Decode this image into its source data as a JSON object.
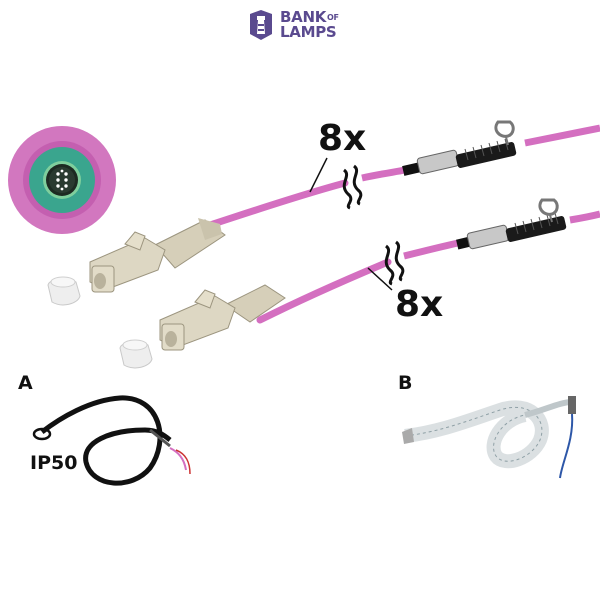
{
  "logo": {
    "line1": "BANK",
    "line1_suffix": "OF",
    "line2": "LAMPS",
    "icon": "lighthouse-icon",
    "color": "#5a4a8f"
  },
  "labels": {
    "multiplier_top": "8x",
    "multiplier_bottom": "8x",
    "panel_a": "A",
    "panel_b": "B",
    "ip_rating": "IP50"
  },
  "colors": {
    "cable": "#d46fc0",
    "connector": "#d6cfb9",
    "boot": "#1a1a1a",
    "cross_section_outer": "#d277bf",
    "cross_section_mid": "#3aa58e"
  }
}
